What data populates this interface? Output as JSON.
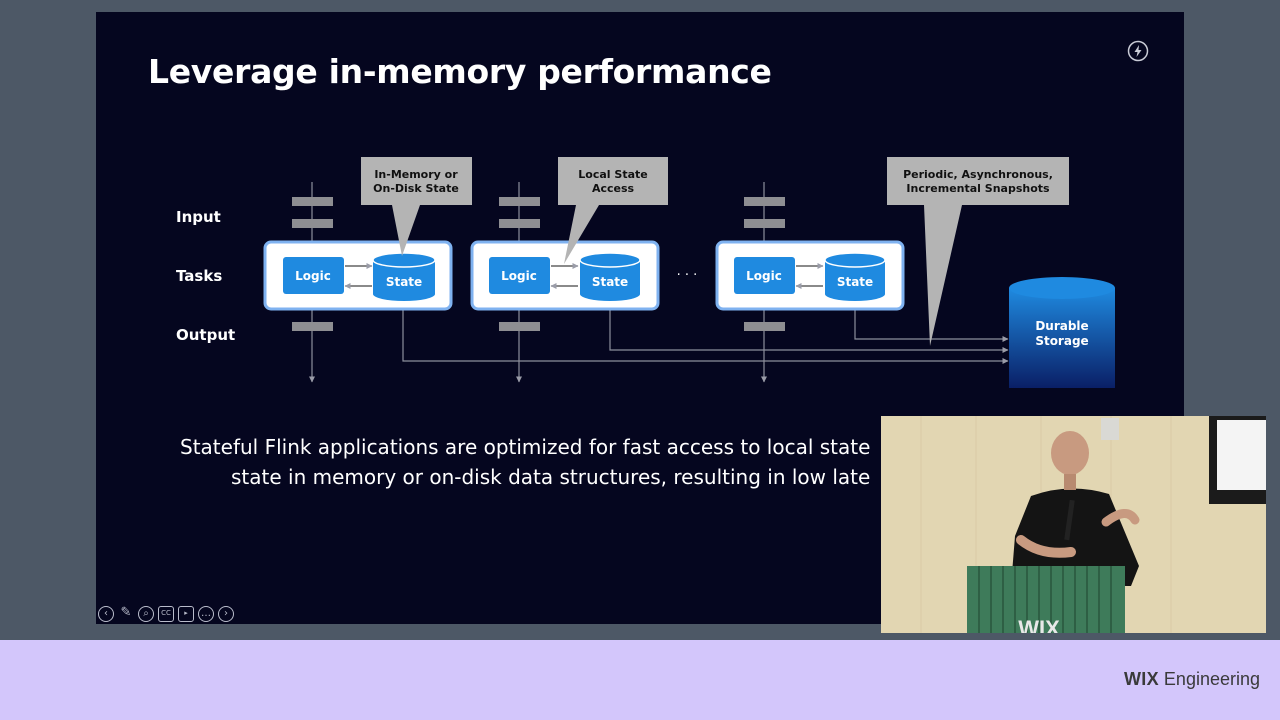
{
  "slide": {
    "title": "Leverage in-memory performance",
    "row_labels": [
      "Input",
      "Tasks",
      "Output"
    ],
    "tasks": [
      {
        "logic_label": "Logic",
        "state_label": "State"
      },
      {
        "logic_label": "Logic",
        "state_label": "State"
      },
      {
        "logic_label": "Logic",
        "state_label": "State"
      }
    ],
    "ellipsis": "· · ·",
    "callouts": {
      "in_memory": [
        "In-Memory or",
        "On-Disk State"
      ],
      "local_state": [
        "Local State",
        "Access"
      ],
      "snapshots": [
        "Periodic, Asynchronous,",
        "Incremental Snapshots"
      ]
    },
    "durable_storage": [
      "Durable",
      "Storage"
    ],
    "body_line1": "Stateful Flink applications are optimized for fast access to local state",
    "body_line2": "state in memory or on-disk data structures, resulting in low late"
  },
  "presenter_controls": [
    "previous-icon",
    "pen-icon",
    "zoom-icon",
    "captions-icon",
    "camera-icon",
    "more-icon",
    "next-icon"
  ],
  "video": {
    "podium_text": "WIX"
  },
  "footer": {
    "brand_bold": "WIX",
    "brand_rest": " Engineering"
  },
  "colors": {
    "slide_bg": "#05061f",
    "task_box": "#ffffff",
    "task_border": "#7fb2f0",
    "logic_blue": "#1f8ae0",
    "callout_gray": "#b4b4b4",
    "footer_bg": "#d3c6fb"
  }
}
